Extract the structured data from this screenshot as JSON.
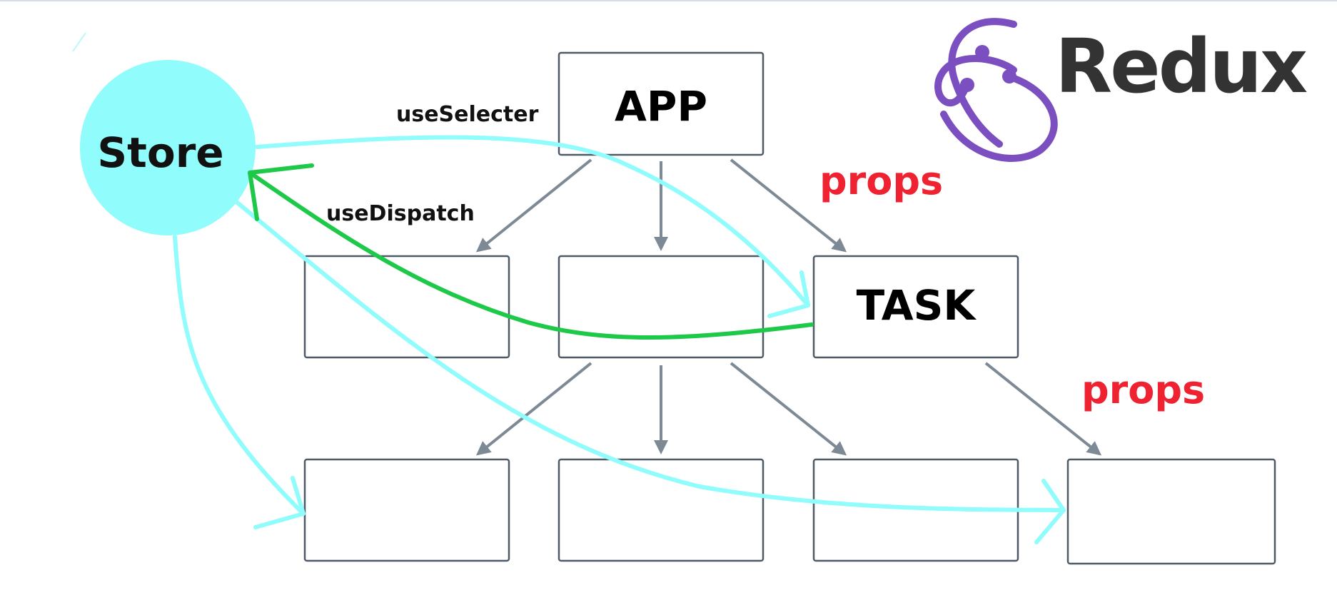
{
  "logo": {
    "text": "Redux",
    "color": "#7b4fbf",
    "text_color": "#333333"
  },
  "store": {
    "label": "Store",
    "fill": "#90fcfb"
  },
  "nodes": {
    "app": "APP",
    "task": "TASK",
    "empty_1": "",
    "empty_2": "",
    "empty_3": "",
    "empty_4": "",
    "empty_5": "",
    "empty_6": ""
  },
  "labels": {
    "use_selector": "useSelecter",
    "use_dispatch": "useDispatch",
    "props_1": "props",
    "props_2": "props"
  },
  "colors": {
    "box_stroke": "#4e5a66",
    "tree_arrow": "#7d8a96",
    "selector_flow": "#90fcfb",
    "dispatch_flow": "#1ec94a",
    "props_text": "#ee2230",
    "label_text": "#111111"
  }
}
